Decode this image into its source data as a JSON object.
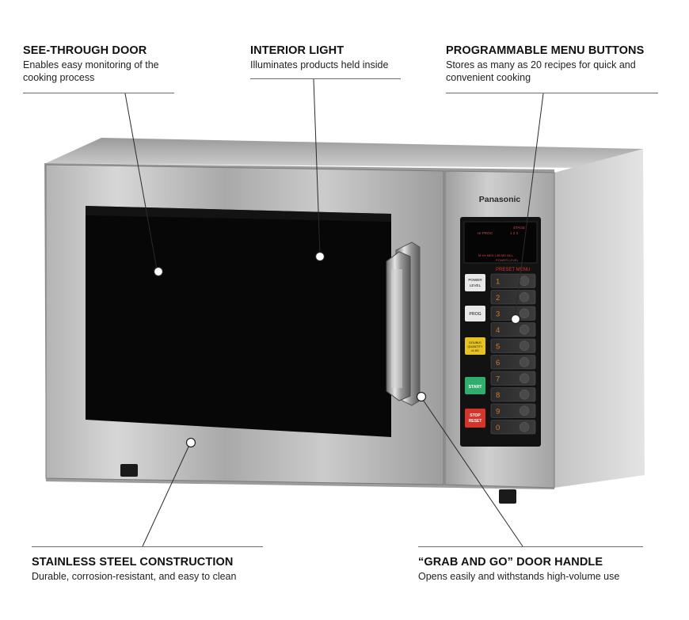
{
  "callouts": {
    "door": {
      "title": "SEE-THROUGH DOOR",
      "desc": "Enables easy monitoring of the cooking process"
    },
    "light": {
      "title": "INTERIOR LIGHT",
      "desc": "Illuminates products held inside"
    },
    "menu": {
      "title": "PROGRAMMABLE MENU BUTTONS",
      "desc": "Stores as many as 20 recipes for quick and convenient cooking"
    },
    "steel": {
      "title": "STAINLESS STEEL CONSTRUCTION",
      "desc": "Durable, corrosion-resistant, and easy to clean"
    },
    "handle": {
      "title": "“GRAB AND GO” DOOR HANDLE",
      "desc": "Opens easily and withstands high-volume use"
    }
  },
  "panel": {
    "brand": "Panasonic",
    "display_top": "STAGE",
    "display_mid": "1 2 3",
    "display_left": "HI PROG",
    "display_bottom": "POWER LEVEL",
    "preset_label": "PRESET MENU",
    "buttons": {
      "power": [
        "POWER",
        "LEVEL"
      ],
      "prog": "PROG",
      "double": [
        "DOUBLE",
        "QUANTITY",
        "x1.8/1"
      ],
      "start": "START",
      "stop": [
        "STOP",
        "RESET"
      ]
    },
    "keys": [
      "1",
      "2",
      "3",
      "4",
      "5",
      "6",
      "7",
      "8",
      "9",
      "0"
    ]
  },
  "colors": {
    "steel_light": "#c9c9c9",
    "steel_dark": "#8a8a8a",
    "glass": "#070707",
    "panel_black": "#121212",
    "key_digit": "#d07a2a",
    "preset_red": "#d03a2a",
    "start_green": "#2fae6e",
    "stop_red": "#d6332b",
    "double_yellow": "#e8c220"
  }
}
